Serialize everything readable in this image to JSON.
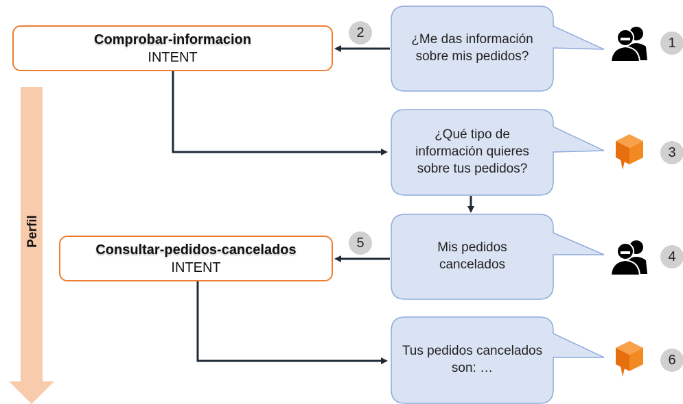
{
  "intents": [
    {
      "name": "Comprobar-informacion",
      "type": "INTENT"
    },
    {
      "name": "Consultar-pedidos-cancelados",
      "type": "INTENT"
    }
  ],
  "bubbles": [
    {
      "text": "¿Me das información sobre mis pedidos?",
      "speaker": "user"
    },
    {
      "text": "¿Qué tipo de información quieres sobre tus pedidos?",
      "speaker": "bot"
    },
    {
      "text": "Mis pedidos cancelados",
      "speaker": "user"
    },
    {
      "text": "Tus pedidos cancelados son: …",
      "speaker": "bot"
    }
  ],
  "steps": [
    "1",
    "2",
    "3",
    "4",
    "5",
    "6"
  ],
  "axis_label": "Perfil",
  "icons": {
    "user": "users-icon",
    "bot": "bot-chat-icon"
  },
  "colors": {
    "accent": "#ed7d31",
    "bubble_fill": "#dae3f3",
    "bubble_stroke": "#8faadc",
    "arrow": "#1f2a36",
    "axis": "#f8cbad"
  }
}
